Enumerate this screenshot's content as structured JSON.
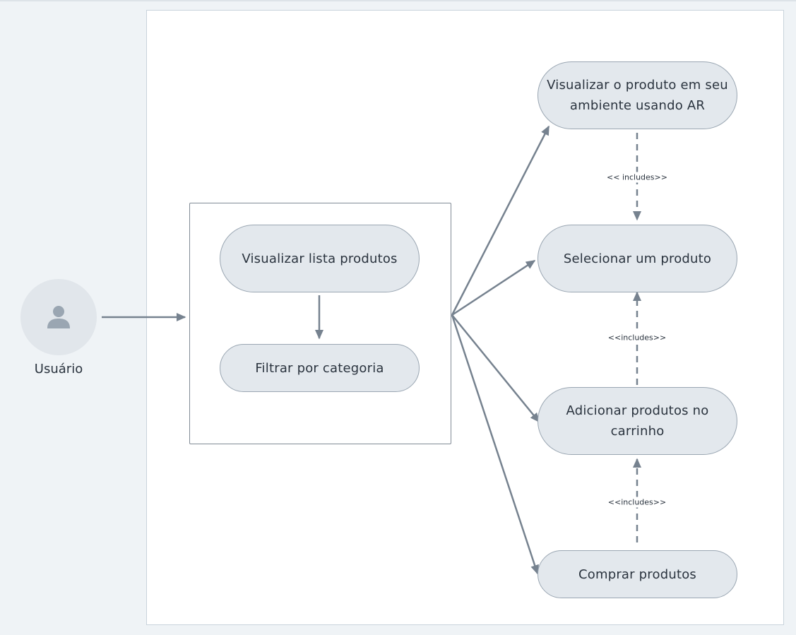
{
  "actor": {
    "name": "Usuário",
    "icon": "user-icon"
  },
  "use_cases": {
    "view_list": "Visualizar lista produtos",
    "filter": "Filtrar por categoria",
    "view_ar": "Visualizar o produto em seu ambiente usando AR",
    "select": "Selecionar um produto",
    "add_cart": "Adicionar produtos no carrinho",
    "buy": "Comprar produtos"
  },
  "relations": {
    "ar_to_select": "<< includes>>",
    "cart_to_select": "<<includes>>",
    "buy_to_cart": "<<includes>>"
  },
  "colors": {
    "background": "#eff3f6",
    "use_case_fill": "#e3e8ed",
    "use_case_border": "#9aa6b2",
    "connector": "#76828f",
    "text": "#2a333e"
  }
}
